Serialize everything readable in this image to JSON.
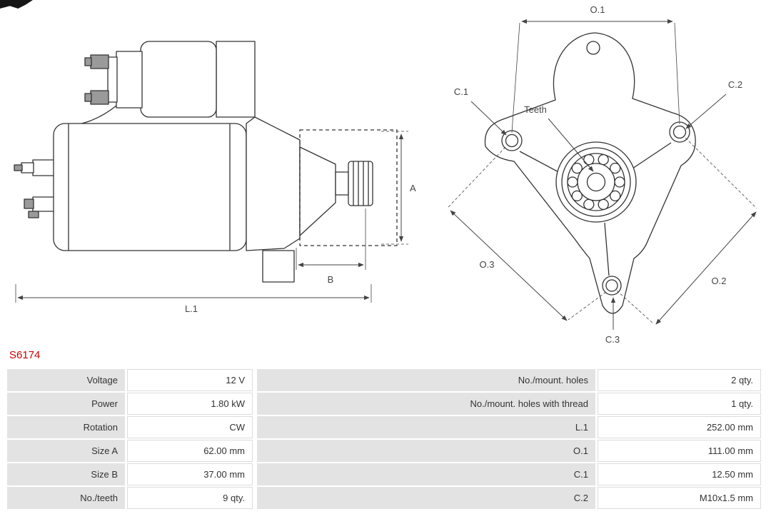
{
  "brand": {
    "logo_icon": "brand-mark"
  },
  "part_number": "S6174",
  "part_number_color": "#cc0000",
  "diagram_labels": {
    "a": "A",
    "b": "B",
    "l1": "L.1",
    "o1": "O.1",
    "o2": "O.2",
    "o3": "O.3",
    "c1": "C.1",
    "c2": "C.2",
    "c3": "C.3",
    "teeth": "Teeth"
  },
  "specs": {
    "left": [
      {
        "label": "Voltage",
        "value": "12 V"
      },
      {
        "label": "Power",
        "value": "1.80 kW"
      },
      {
        "label": "Rotation",
        "value": "CW"
      },
      {
        "label": "Size A",
        "value": "62.00 mm"
      },
      {
        "label": "Size B",
        "value": "37.00 mm"
      },
      {
        "label": "No./teeth",
        "value": "9 qty."
      }
    ],
    "right": [
      {
        "label": "No./mount. holes",
        "value": "2 qty."
      },
      {
        "label": "No./mount. holes with thread",
        "value": "1 qty."
      },
      {
        "label": "L.1",
        "value": "252.00 mm"
      },
      {
        "label": "O.1",
        "value": "111.00 mm"
      },
      {
        "label": "C.1",
        "value": "12.50 mm"
      },
      {
        "label": "C.2",
        "value": "M10x1.5 mm"
      }
    ]
  }
}
